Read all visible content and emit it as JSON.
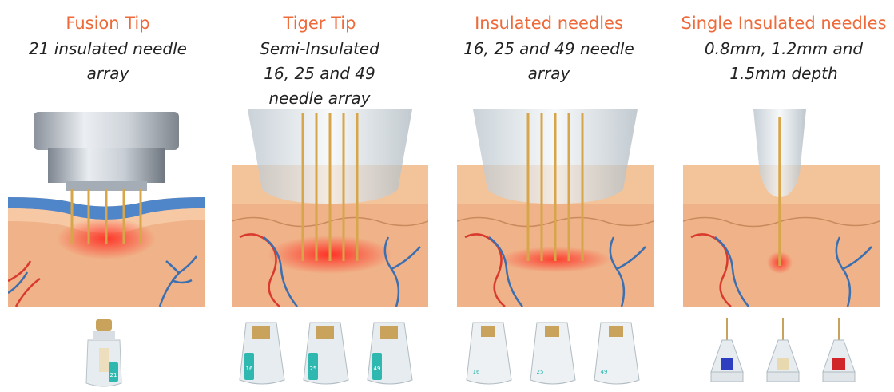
{
  "columns": [
    {
      "title": "Fusion Tip",
      "subtitle": [
        "21 insulated needle",
        "array"
      ],
      "cartridge_labels": [
        "21"
      ]
    },
    {
      "title": "Tiger Tip",
      "subtitle": [
        "Semi-Insulated",
        "16, 25 and 49",
        "needle array"
      ],
      "cartridge_labels": [
        "16",
        "25",
        "49"
      ]
    },
    {
      "title": "Insulated needles",
      "subtitle": [
        "16, 25 and 49 needle",
        "array"
      ],
      "cartridge_labels": [
        "16",
        "25",
        "49"
      ]
    },
    {
      "title": "Single Insulated needles",
      "subtitle": [
        "0.8mm, 1.2mm and",
        "1.5mm depth"
      ],
      "cartridge_labels": []
    }
  ],
  "colors": {
    "title": "#ef6a3a",
    "skin": "#f3c49a",
    "dermis": "#f0b288",
    "artery": "#d83a2e",
    "vein": "#3b6fb0",
    "gold": "#d8a64a",
    "heat": "#ff3b2e",
    "teal": "#2fb8b0",
    "blue_cap": "#2d3fc0",
    "red_cap": "#d0262a"
  }
}
